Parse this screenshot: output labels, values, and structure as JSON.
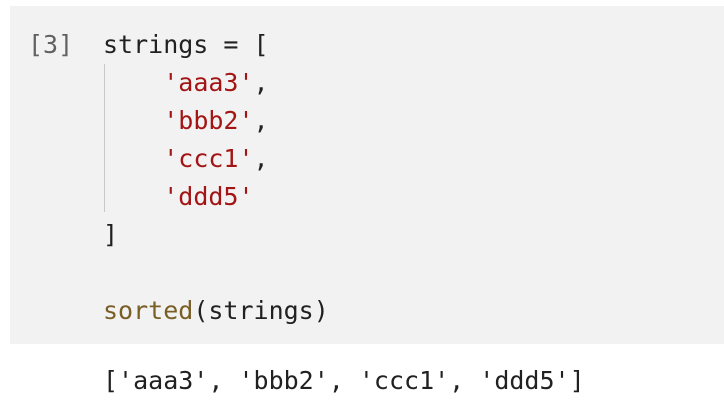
{
  "cell": {
    "execution_count": "[3]",
    "code": {
      "line1": {
        "var": "strings",
        "eq": " = ",
        "open": "["
      },
      "items": [
        "'aaa3'",
        "'bbb2'",
        "'ccc1'",
        "'ddd5'"
      ],
      "item_sep": ",",
      "close": "]",
      "call": {
        "fn": "sorted",
        "args": "(strings)"
      }
    }
  },
  "output": {
    "text": "['aaa3', 'bbb2', 'ccc1', 'ddd5']"
  },
  "colors": {
    "cell_background": "#f2f2f2",
    "string": "#a31515",
    "function": "#795e26",
    "default_text": "#212121",
    "execution_count": "#616161"
  }
}
